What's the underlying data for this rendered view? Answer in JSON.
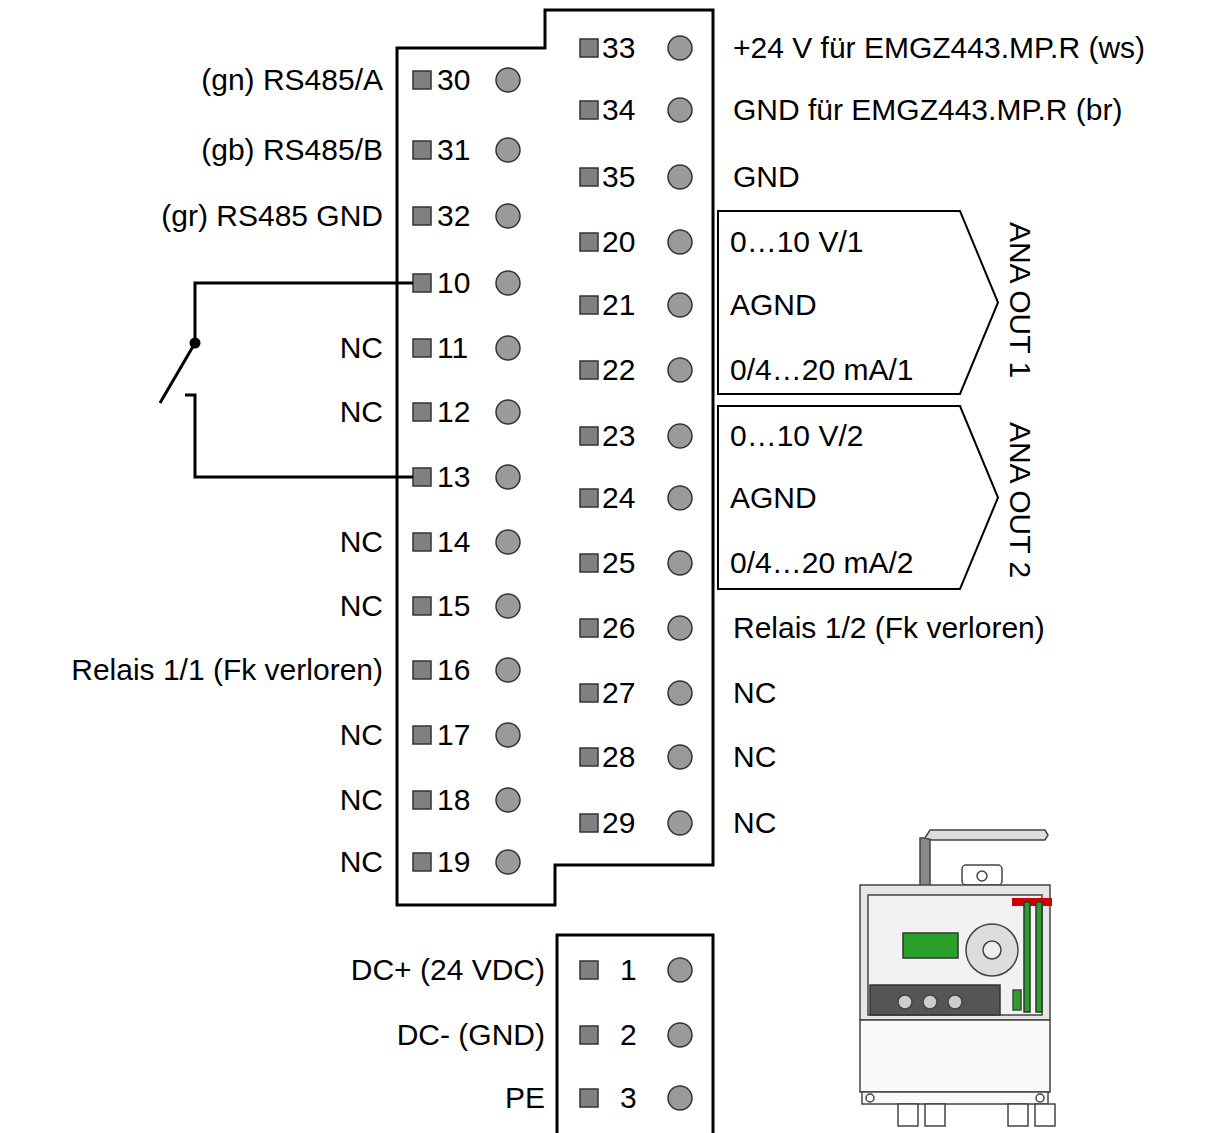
{
  "diagram": {
    "nodes": [
      {
        "text": [
          "0…10 V/1",
          "AGND",
          "0/4…20 mA/1",
          "ANA OUT 1"
        ]
      },
      {
        "text": [
          "0…10 V/2",
          "AGND",
          "0/4…20 mA/2",
          "ANA OUT 2"
        ]
      }
    ],
    "edges": [],
    "labels": [
      "33",
      "+24 V für EMGZ443.MP.R (ws)",
      "34",
      "GND für EMGZ443.MP.R (br)",
      "35",
      "GND",
      "20",
      "21",
      "22",
      "23",
      "24",
      "25",
      "26",
      "Relais 1/2 (Fk verloren)",
      "27",
      "NC",
      "28",
      "NC",
      "29",
      "NC",
      "(gn) RS485/A",
      "30",
      "(gb) RS485/B",
      "31",
      "(gr) RS485 GND",
      "32",
      "10",
      "NC",
      "11",
      "NC",
      "12",
      "13",
      "NC",
      "14",
      "NC",
      "15",
      "Relais 1/1 (Fk verloren)",
      "16",
      "NC",
      "17",
      "NC",
      "18",
      "NC",
      "19",
      "DC+ (24 VDC)",
      "1",
      "DC- (GND)",
      "2",
      "PE",
      "3"
    ]
  }
}
